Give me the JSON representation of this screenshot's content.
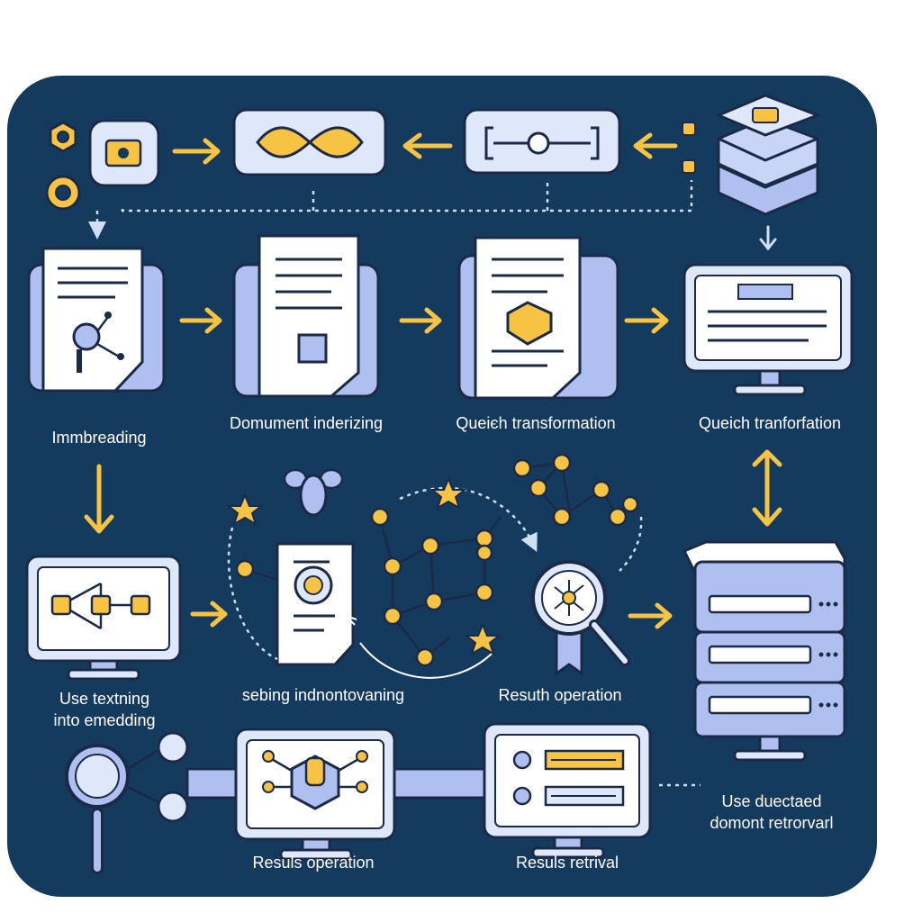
{
  "diagram": {
    "labels": {
      "imbreading": "Immbreading",
      "document_indexing": "Domument inderizing",
      "query_transformation_1": "Queiєh transformation",
      "query_transformation_2": "Queich tranforfation",
      "use_text_line1": "Use textning",
      "use_text_line2": "into emedding",
      "semantic_search": "sebing indnontovaning",
      "result_operation_top": "Resuth operation",
      "results_operation_bottom": "Resuls operation",
      "results_retrieval": "Resuls retrival",
      "use_document_line1": "Use duectaed",
      "use_document_line2": "domont retrorvarl"
    },
    "colors": {
      "background": "#143a5e",
      "node_fill": "#dfe7fb",
      "node_accent": "#aebff0",
      "node_stroke": "#1b2a47",
      "arrow": "#f6c343",
      "highlight": "#f7c24a",
      "dotted_line": "#cfe0f5"
    }
  }
}
